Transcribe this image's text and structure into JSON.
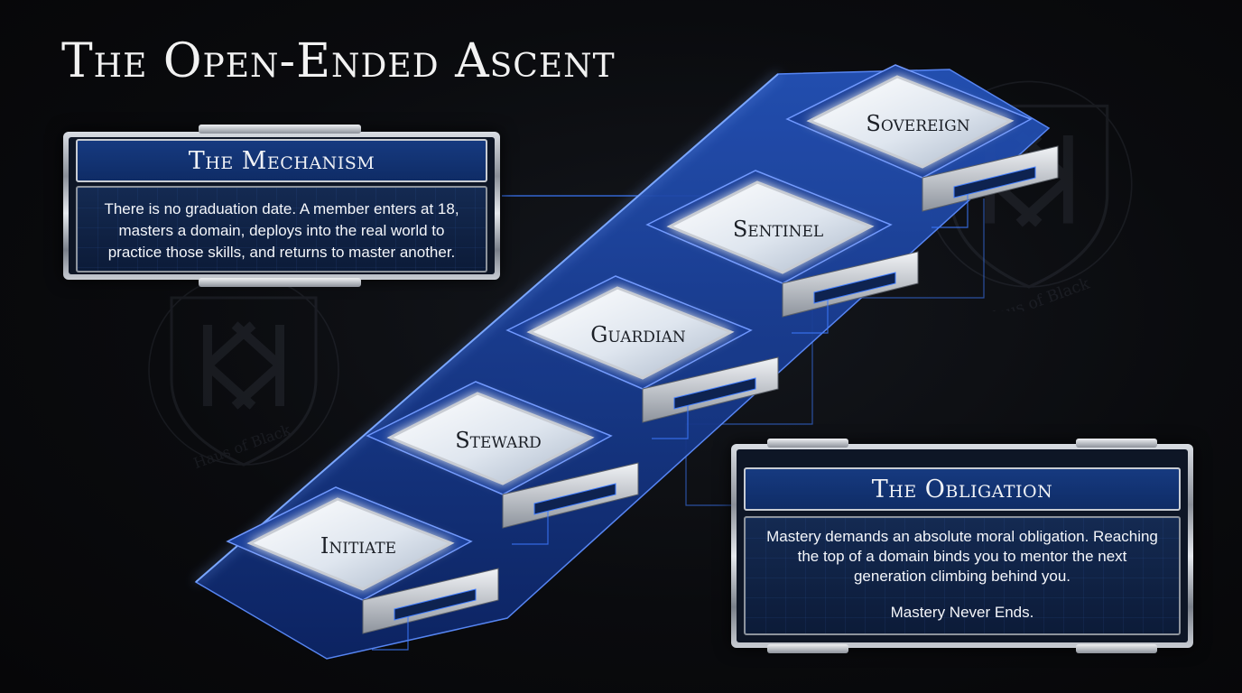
{
  "title": "The Open-Ended Ascent",
  "mechanism": {
    "heading": "The Mechanism",
    "body": "There is no graduation date. A member enters at 18, masters a domain, deploys into the real world to practice those skills, and returns to master another."
  },
  "obligation": {
    "heading": "The Obligation",
    "body": "Mastery demands an absolute moral obligation. Reaching the top of a domain binds you to mentor the next generation climbing behind you.",
    "tagline": "Mastery Never Ends."
  },
  "steps": [
    "Initiate",
    "Steward",
    "Guardian",
    "Sentinel",
    "Sovereign"
  ],
  "watermark": "Haus of Black",
  "colors": {
    "accent_blue": "#163a80",
    "glow_blue": "#3d7bff",
    "steel": "#c8ccd3",
    "background": "#0a0b0e"
  }
}
